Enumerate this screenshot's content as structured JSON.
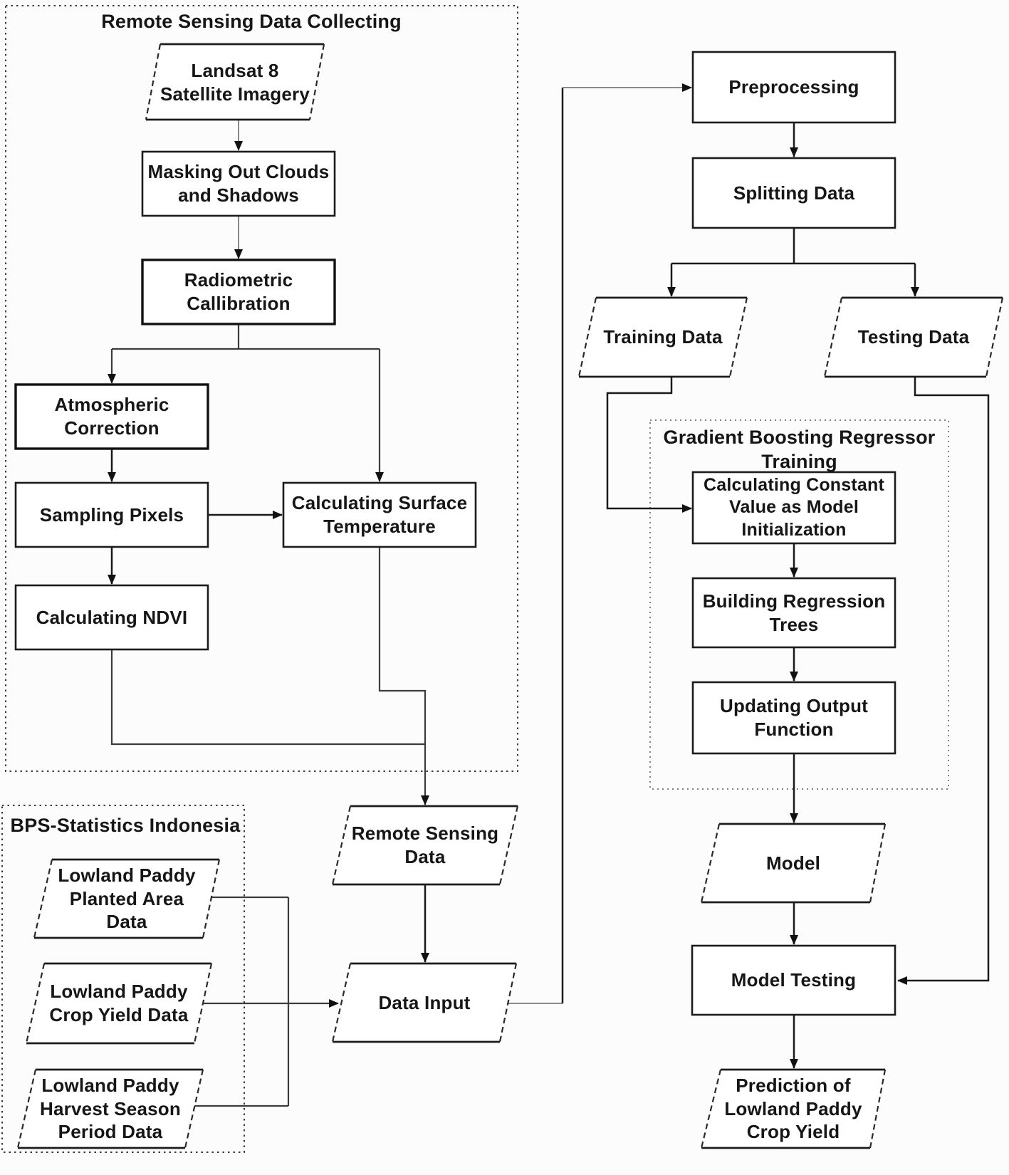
{
  "figure": {
    "type": "flowchart",
    "ink_color": "#1a1a1a",
    "background": "#fcfcfc",
    "containers": {
      "remote_sensing": {
        "title": "Remote Sensing Data Collecting"
      },
      "bps": {
        "title": "BPS-Statistics Indonesia"
      },
      "gbr": {
        "title": "Gradient Boosting Regressor\nTraining"
      }
    },
    "nodes": {
      "landsat": {
        "shape": "data-parallelogram",
        "label": "Landsat 8\nSatellite Imagery"
      },
      "masking": {
        "shape": "process-rect",
        "label": "Masking Out Clouds\nand Shadows"
      },
      "radiometric": {
        "shape": "process-rect",
        "label": "Radiometric\nCallibration"
      },
      "atmospheric": {
        "shape": "process-rect",
        "label": "Atmospheric\nCorrection"
      },
      "sampling": {
        "shape": "process-rect",
        "label": "Sampling Pixels"
      },
      "ndvi": {
        "shape": "process-rect",
        "label": "Calculating NDVI"
      },
      "surftemp": {
        "shape": "process-rect",
        "label": "Calculating Surface\nTemperature"
      },
      "rsdata": {
        "shape": "data-parallelogram",
        "label": "Remote Sensing\nData"
      },
      "planted": {
        "shape": "data-parallelogram",
        "label": "Lowland Paddy\nPlanted Area\nData"
      },
      "cropyield": {
        "shape": "data-parallelogram",
        "label": "Lowland Paddy\nCrop Yield Data"
      },
      "harvest": {
        "shape": "data-parallelogram",
        "label": "Lowland Paddy\nHarvest Season\nPeriod Data"
      },
      "datainput": {
        "shape": "data-parallelogram",
        "label": "Data Input"
      },
      "preprocessing": {
        "shape": "process-rect",
        "label": "Preprocessing"
      },
      "splitting": {
        "shape": "process-rect",
        "label": "Splitting Data"
      },
      "training": {
        "shape": "data-parallelogram",
        "label": "Training Data"
      },
      "testing": {
        "shape": "data-parallelogram",
        "label": "Testing Data"
      },
      "calcconst": {
        "shape": "process-rect",
        "label": "Calculating Constant\nValue as Model\nInitialization"
      },
      "building": {
        "shape": "process-rect",
        "label": "Building Regression\nTrees"
      },
      "updating": {
        "shape": "process-rect",
        "label": "Updating Output\nFunction"
      },
      "model": {
        "shape": "data-parallelogram",
        "label": "Model"
      },
      "modeltesting": {
        "shape": "process-rect",
        "label": "Model Testing"
      },
      "prediction": {
        "shape": "data-parallelogram",
        "label": "Prediction of\nLowland Paddy\nCrop Yield"
      }
    }
  }
}
